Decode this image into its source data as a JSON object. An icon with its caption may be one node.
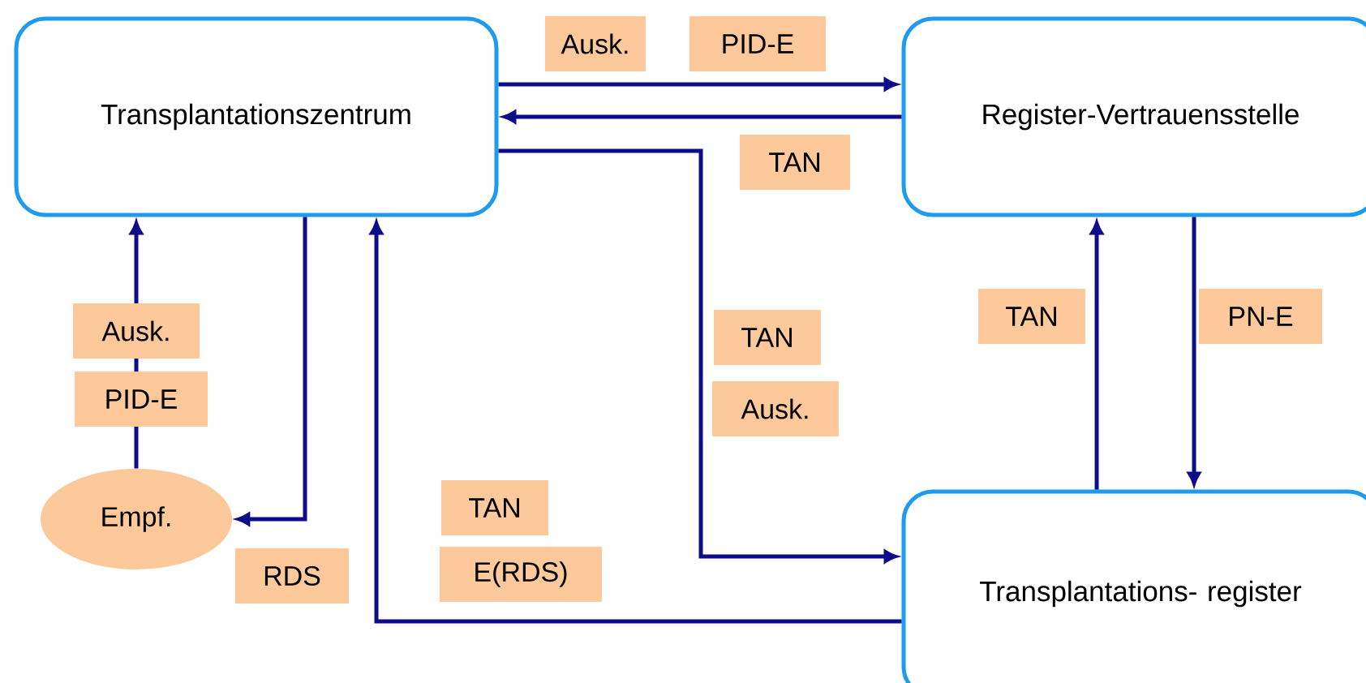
{
  "diagram": {
    "nodes": [
      {
        "text": [
          "Transplantationszentrum"
        ]
      },
      {
        "text": [
          "Register-Vertrauensstelle"
        ]
      },
      {
        "text": [
          "Empf."
        ]
      },
      {
        "text": [
          "Transplantations- register"
        ]
      }
    ],
    "edges": [
      {
        "from": 0,
        "to": 1,
        "arrow": "to"
      },
      {
        "from": 1,
        "to": 0,
        "arrow": "to"
      },
      {
        "from": 0,
        "to": 3,
        "arrow": "to"
      },
      {
        "from": 3,
        "to": 0,
        "arrow": "to"
      },
      {
        "from": 0,
        "to": 2,
        "arrow": "to"
      },
      {
        "from": 2,
        "to": 0,
        "arrow": "to"
      },
      {
        "from": 3,
        "to": 1,
        "arrow": "to"
      },
      {
        "from": 1,
        "to": 3,
        "arrow": "to"
      }
    ],
    "labels": [
      "Ausk.",
      "PID-E",
      "TAN",
      "TAN",
      "PN-E",
      "Ausk.",
      "TAN",
      "PID-E",
      "Ausk.",
      "TAN",
      "RDS",
      "E(RDS)"
    ]
  }
}
